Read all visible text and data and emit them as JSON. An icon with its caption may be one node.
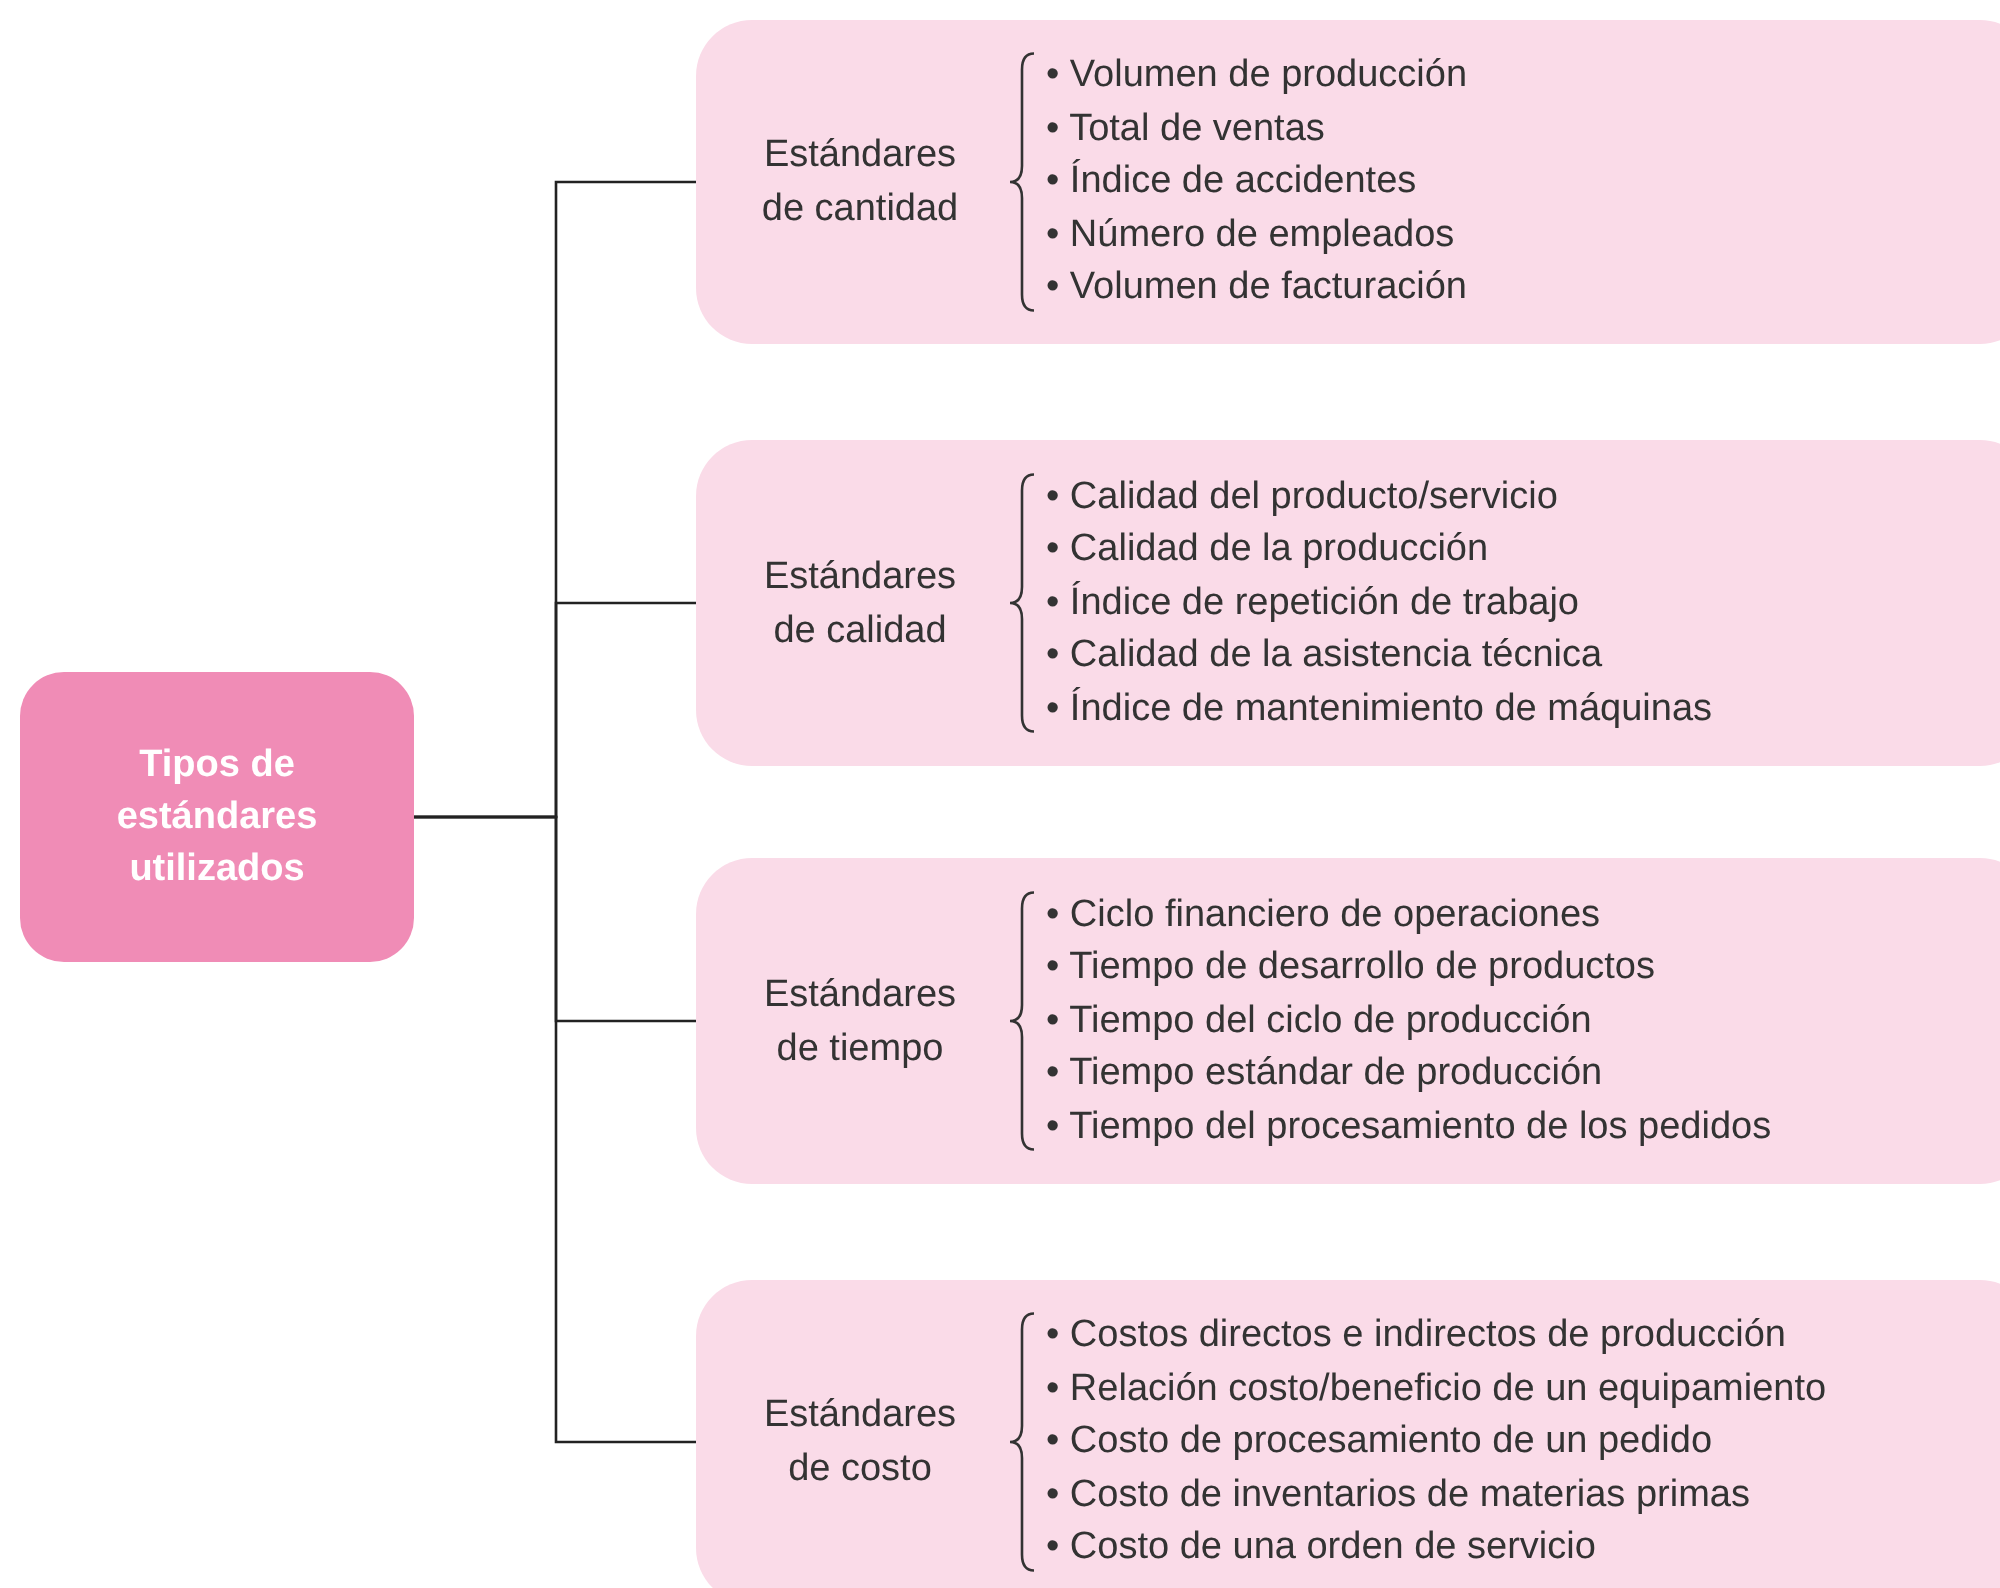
{
  "diagram": {
    "nodes": [
      {
        "text": [
          "Tipos de estándares utilizados"
        ]
      },
      {
        "text": [
          "Estándares de cantidad",
          "• Volumen de producción",
          "• Total de ventas",
          "• Índice de accidentes",
          "• Número de empleados",
          "• Volumen de facturación"
        ]
      },
      {
        "text": [
          "Estándares de calidad",
          "• Calidad del producto/servicio",
          "• Calidad de la producción",
          "• Índice de repetición de trabajo",
          "• Calidad de la asistencia técnica",
          "• Índice de mantenimiento de máquinas"
        ]
      },
      {
        "text": [
          "Estándares de tiempo",
          "• Ciclo financiero de operaciones",
          "• Tiempo de desarrollo de productos",
          "• Tiempo del ciclo de producción",
          "• Tiempo estándar de producción",
          "• Tiempo del procesamiento de los pedidos"
        ]
      },
      {
        "text": [
          "Estándares de costo",
          "• Costos directos e indirectos de producción",
          "• Relación costo/beneficio de un equipamiento",
          "• Costo de procesamiento de un pedido",
          "• Costo de inventarios de materias primas",
          "• Costo de una orden de servicio"
        ]
      }
    ],
    "edges": [
      {
        "from": 0,
        "to": 1,
        "arrow": "none"
      },
      {
        "from": 0,
        "to": 2,
        "arrow": "none"
      },
      {
        "from": 0,
        "to": 3,
        "arrow": "none"
      },
      {
        "from": 0,
        "to": 4,
        "arrow": "none"
      }
    ]
  }
}
